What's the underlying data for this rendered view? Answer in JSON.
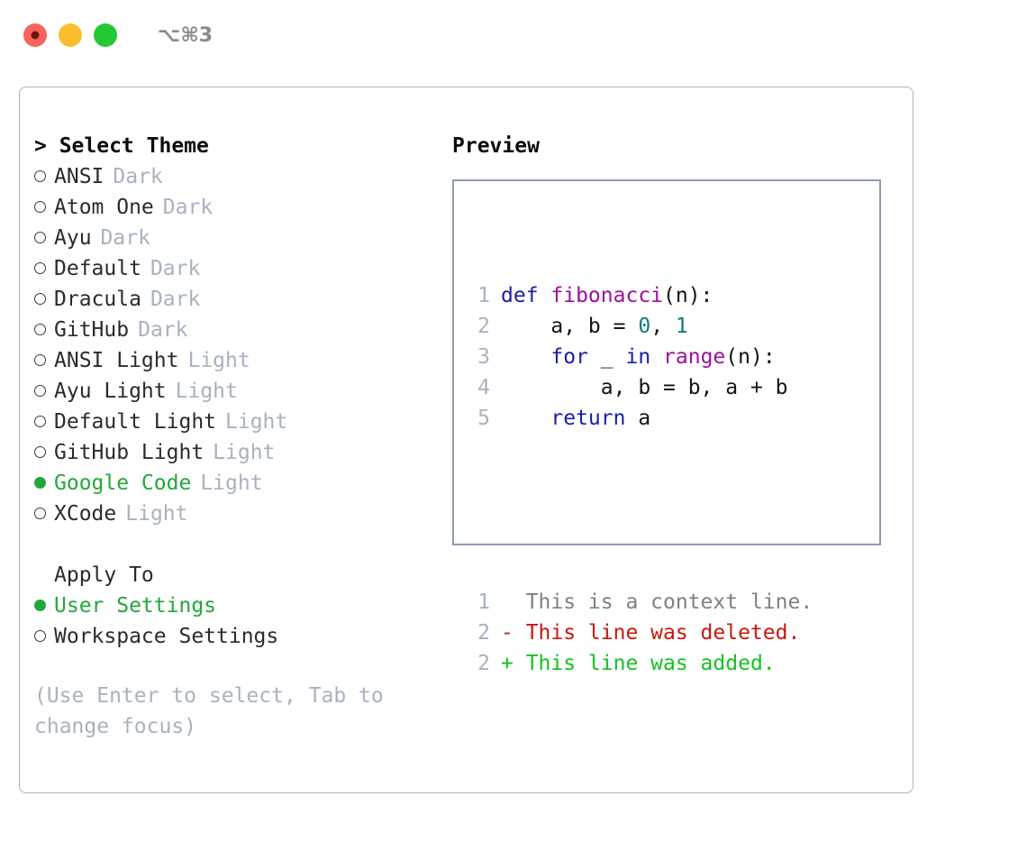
{
  "window": {
    "shortcut_hint": "⌥⌘3",
    "traffic_lights": [
      "close-red",
      "minimize-yellow",
      "maximize-green"
    ]
  },
  "theme_picker": {
    "heading": "> Select Theme",
    "items": [
      {
        "name": "ANSI",
        "badge": "Dark",
        "selected": false
      },
      {
        "name": "Atom One",
        "badge": "Dark",
        "selected": false
      },
      {
        "name": "Ayu",
        "badge": "Dark",
        "selected": false
      },
      {
        "name": "Default",
        "badge": "Dark",
        "selected": false
      },
      {
        "name": "Dracula",
        "badge": "Dark",
        "selected": false
      },
      {
        "name": "GitHub",
        "badge": "Dark",
        "selected": false
      },
      {
        "name": "ANSI Light",
        "badge": "Light",
        "selected": false
      },
      {
        "name": "Ayu Light",
        "badge": "Light",
        "selected": false
      },
      {
        "name": "Default Light",
        "badge": "Light",
        "selected": false
      },
      {
        "name": "GitHub Light",
        "badge": "Light",
        "selected": false
      },
      {
        "name": "Google Code",
        "badge": "Light",
        "selected": true
      },
      {
        "name": "XCode",
        "badge": "Light",
        "selected": false
      }
    ]
  },
  "apply_to": {
    "heading": "Apply To",
    "options": [
      {
        "name": "User Settings",
        "selected": true
      },
      {
        "name": "Workspace Settings",
        "selected": false
      }
    ]
  },
  "hint": "(Use Enter to select, Tab to change focus)",
  "preview": {
    "title": "Preview",
    "code_lines": [
      {
        "no": "1",
        "tokens": [
          {
            "t": "def ",
            "c": "kw"
          },
          {
            "t": "fibonacci",
            "c": "fn"
          },
          {
            "t": "(n):",
            "c": "plain"
          }
        ]
      },
      {
        "no": "2",
        "tokens": [
          {
            "t": "    a, b = ",
            "c": "plain"
          },
          {
            "t": "0",
            "c": "num"
          },
          {
            "t": ", ",
            "c": "plain"
          },
          {
            "t": "1",
            "c": "num"
          }
        ]
      },
      {
        "no": "3",
        "tokens": [
          {
            "t": "    ",
            "c": "plain"
          },
          {
            "t": "for",
            "c": "kw"
          },
          {
            "t": " _ ",
            "c": "plain"
          },
          {
            "t": "in",
            "c": "kw"
          },
          {
            "t": " ",
            "c": "plain"
          },
          {
            "t": "range",
            "c": "fn"
          },
          {
            "t": "(n):",
            "c": "plain"
          }
        ]
      },
      {
        "no": "4",
        "tokens": [
          {
            "t": "        a, b = b, a + b",
            "c": "plain"
          }
        ]
      },
      {
        "no": "5",
        "tokens": [
          {
            "t": "    ",
            "c": "plain"
          },
          {
            "t": "return",
            "c": "kw"
          },
          {
            "t": " a",
            "c": "plain"
          }
        ]
      }
    ],
    "diff_lines": [
      {
        "no": "1",
        "marker": " ",
        "text": " This is a context line.",
        "kind": "ctx"
      },
      {
        "no": "2",
        "marker": "-",
        "text": " This line was deleted.",
        "kind": "del"
      },
      {
        "no": "2",
        "marker": "+",
        "text": " This line was added.",
        "kind": "add"
      }
    ]
  },
  "colors": {
    "accent_green": "#22a83a",
    "badge_gray": "#a9b2bf",
    "border": "#aab3c2",
    "preview_border": "#8e9bb0",
    "keyword": "#1c1ca8",
    "function": "#9e0f9e",
    "number": "#0e7b7b",
    "diff_context": "#808080",
    "diff_deleted": "#c8180f",
    "diff_added": "#14c222"
  }
}
